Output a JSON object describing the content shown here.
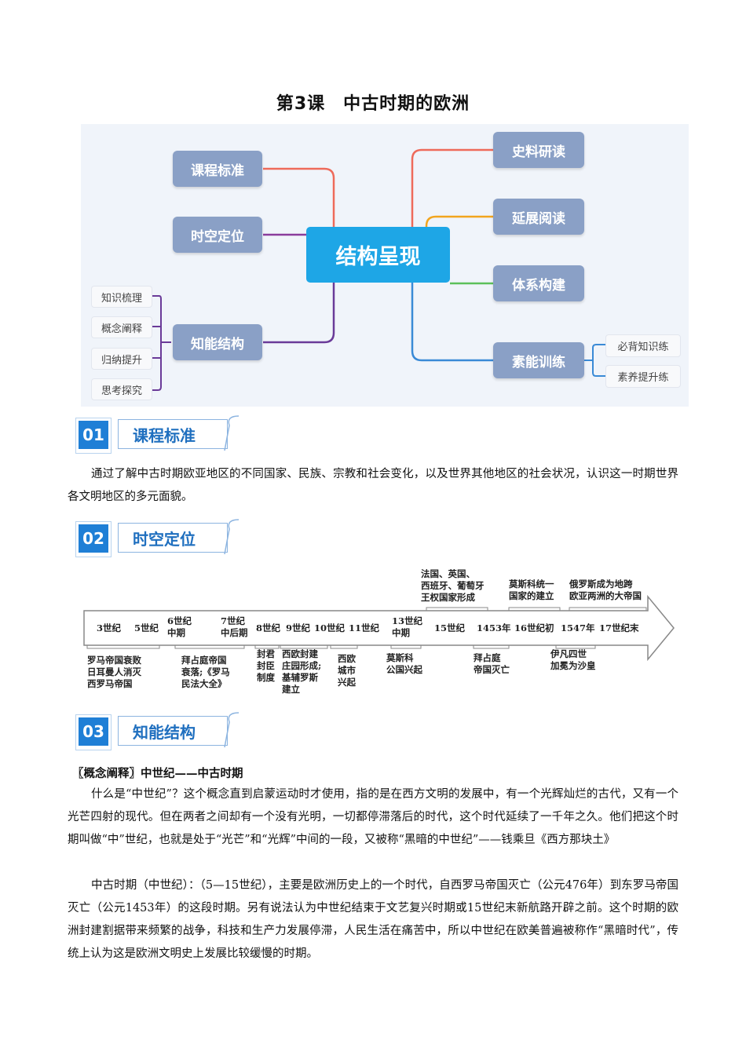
{
  "title": "第3课　中古时期的欧洲",
  "mindmap": {
    "center": "结构呈现",
    "left": [
      "课程标准",
      "时空定位",
      "知能结构"
    ],
    "right": [
      "史料研读",
      "延展阅读",
      "体系构建",
      "素能训练"
    ],
    "left_sub": [
      "知识梳理",
      "概念阐释",
      "归纳提升",
      "思考探究"
    ],
    "right_sub": [
      "必背知识练",
      "素养提升练"
    ]
  },
  "sections": [
    {
      "num": "01",
      "label": "课程标准"
    },
    {
      "num": "02",
      "label": "时空定位"
    },
    {
      "num": "03",
      "label": "知能结构"
    }
  ],
  "course_standard": "通过了解中古时期欧亚地区的不同国家、民族、宗教和社会变化，以及世界其他地区的社会状况，认识这一时期世界各文明地区的多元面貌。",
  "timeline": {
    "ticks": [
      "3世纪",
      "5世纪",
      "6世纪\n中期",
      "7世纪\n中后期",
      "8世纪",
      "9世纪",
      "10世纪",
      "11世纪",
      "13世纪\n中期",
      "15世纪",
      "1453年",
      "16世纪初",
      "1547年",
      "17世纪末"
    ],
    "above": [
      "法国、英国、\n西班牙、葡萄牙\n王权国家形成",
      "莫斯科统一\n国家的建立",
      "俄罗斯成为地跨\n欧亚两洲的大帝国"
    ],
    "below": [
      "罗马帝国衰败\n日耳曼人消灭\n西罗马帝国",
      "拜占庭帝国\n衰落;《罗马\n民法大全》",
      "封君\n封臣\n制度",
      "西欧封建\n庄园形成;\n基辅罗斯\n建立",
      "西欧\n城市\n兴起",
      "莫斯科\n公国兴起",
      "拜占庭\n帝国灭亡",
      "伊凡四世\n加冕为沙皇"
    ]
  },
  "concept_heading": "〖概念阐释〗中世纪——中古时期",
  "concept_p1": "什么是“中世纪”？这个概念直到启蒙运动时才使用，指的是在西方文明的发展中，有一个光辉灿烂的古代，又有一个光芒四射的现代。但在两者之间却有一个没有光明，一切都停滞落后的时代，这个时代延续了一千年之久。他们把这个时期叫做“中”世纪，也就是处于“光芒”和“光辉”中间的一段，又被称“黑暗的中世纪”——钱乘旦《西方那块土》",
  "concept_p2": "中古时期（中世纪）：（5—15世纪），主要是欧洲历史上的一个时代，自西罗马帝国灭亡（公元476年）到东罗马帝国灭亡（公元1453年）的这段时期。另有说法认为中世纪结束于文艺复兴时期或15世纪末新航路开辟之前。这个时期的欧洲封建割据带来频繁的战争，科技和生产力发展停滞，人民生活在痛苦中，所以中世纪在欧美普遍被称作“黑暗时代”，传统上认为这是欧洲文明史上发展比较缓慢的时期。"
}
